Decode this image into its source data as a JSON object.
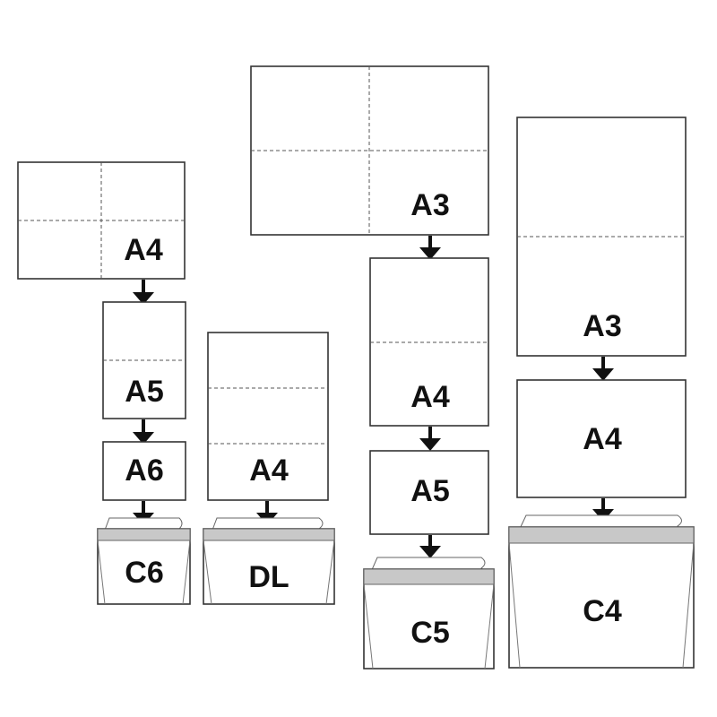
{
  "columns": [
    {
      "labels": [
        "A4",
        "A5",
        "A6"
      ],
      "envelope": "C6"
    },
    {
      "labels": [
        "A4"
      ],
      "envelope": "DL"
    },
    {
      "labels": [
        "A3",
        "A4",
        "A5"
      ],
      "envelope": "C5"
    },
    {
      "labels": [
        "A3",
        "A4"
      ],
      "envelope": "C4"
    }
  ]
}
